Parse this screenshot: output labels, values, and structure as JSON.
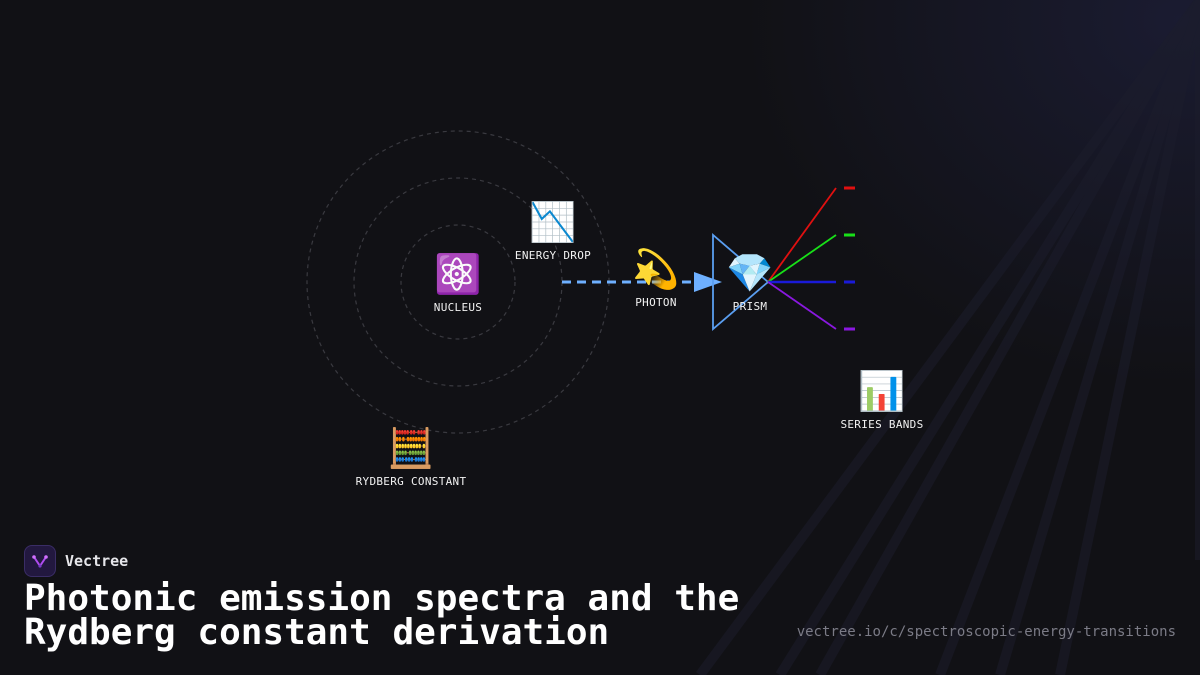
{
  "brand": {
    "name": "Vectree",
    "logo_icon": "vectree-logo-icon"
  },
  "title": {
    "line1": "Photonic emission spectra and the",
    "line2": "Rydberg constant derivation"
  },
  "url": "vectree.io/c/spectroscopic-energy-transitions",
  "nodes": {
    "nucleus": {
      "label": "NUCLEUS",
      "emoji": "⚛️",
      "icon": "atom-icon"
    },
    "energy_drop": {
      "label": "ENERGY DROP",
      "emoji": "📉",
      "icon": "chart-decreasing-icon"
    },
    "photon": {
      "label": "PHOTON",
      "emoji": "💫",
      "icon": "dizzy-star-icon"
    },
    "prism": {
      "label": "PRISM",
      "emoji": "💎",
      "icon": "gem-icon"
    },
    "series_bands": {
      "label": "SERIES BANDS",
      "emoji": "📊",
      "icon": "bar-chart-icon"
    },
    "rydberg_constant": {
      "label": "RYDBERG CONSTANT",
      "emoji": "🧮",
      "icon": "abacus-icon"
    }
  },
  "colors": {
    "background": "#111115",
    "orbit": "#3a3a40",
    "beam": "#6eb0ff",
    "prism_outline": "#5a9ef0",
    "spectrum": [
      "#e01010",
      "#18e018",
      "#1a1ad8",
      "#8a18e0"
    ],
    "title": "#ffffff",
    "url": "#7b7b86",
    "logo_bg": "#22183f"
  }
}
